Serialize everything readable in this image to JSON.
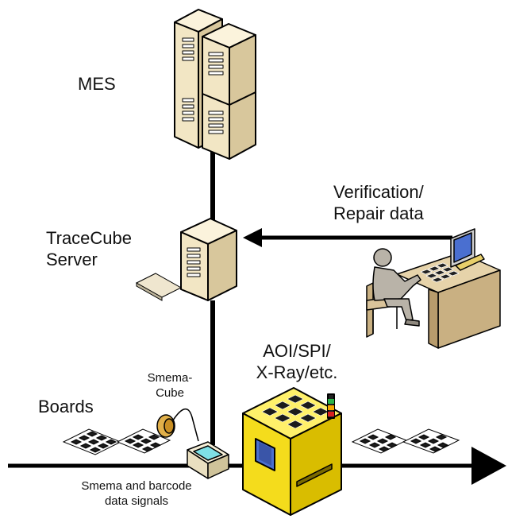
{
  "labels": {
    "mes": "MES",
    "tracecube_server": [
      "TraceCube",
      "Server"
    ],
    "verification_repair": [
      "Verification/",
      "Repair data"
    ],
    "aoi_machine": [
      "AOI/SPI/",
      "X-Ray/etc."
    ],
    "smema_cube": [
      "Smema-",
      "Cube"
    ],
    "boards": "Boards",
    "signals": [
      "Smema and barcode",
      "data signals"
    ]
  },
  "icons": {
    "mes": "server-rack-icon",
    "tracecube": "tower-server-icon",
    "keyboard": "keyboard-icon",
    "operator": "operator-at-workstation-icon",
    "machine": "inspection-machine-icon",
    "smema_cube": "smema-cube-device-icon",
    "scanner": "barcode-scanner-icon",
    "boards": "circuit-board-panel-icon"
  },
  "colors": {
    "server": "#f2e6c4",
    "machine": "#f4dc1c",
    "desk": "#d9c39a",
    "person": "#b9b3a8",
    "screen": "#4a6fd0",
    "line": "#000000"
  }
}
